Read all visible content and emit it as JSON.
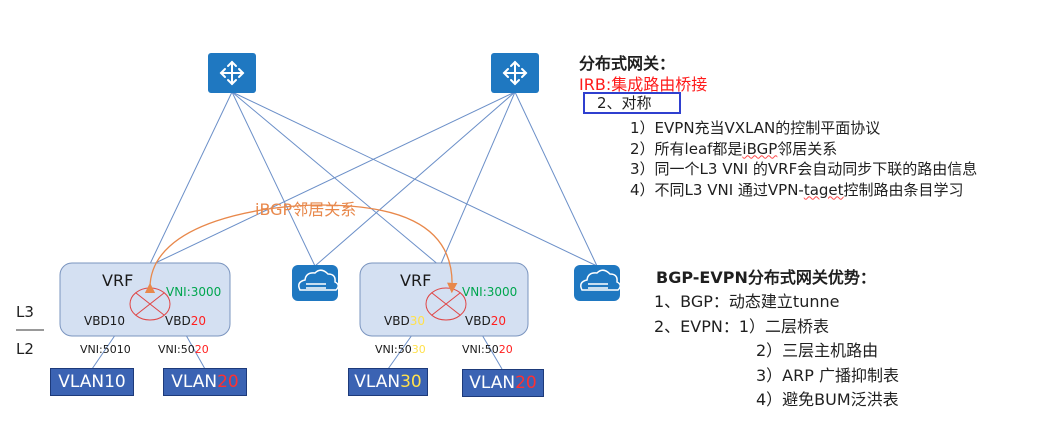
{
  "notes": {
    "title": "分布式网关：",
    "irb": "IRB:集成路由桥接",
    "symmetric": "2、对称",
    "points": [
      "1）EVPN充当VXLAN的控制平面协议",
      "2）所有leaf都是",
      "iBGP",
      "邻居关系",
      "3）同一个L3 VNI 的VRF会自动同步下联的路由信息",
      "4）不同L3 VNI 通过VPN-",
      "taget",
      "控制路由条目学习"
    ]
  },
  "advantages": {
    "title": "BGP-EVPN分布式网关优势：",
    "lines": [
      "1、BGP：动态建立tunne",
      "2、EVPN：1）二层桥表",
      "2）三层主机路由",
      "3）ARP 广播抑制表",
      "4）避免BUM泛洪表"
    ]
  },
  "layers": {
    "l3": "L3",
    "l2": "L2"
  },
  "ibgp_label": "iBGP邻居关系",
  "leaves": {
    "left": {
      "vrf": "VRF",
      "vni": "VNI:3000",
      "vbd_a": "VBD10",
      "vbd_b_prefix": "VBD",
      "vbd_b_suffix": "20",
      "vni_a": "VNI:5010",
      "vni_b_prefix": "VNI:50",
      "vni_b_suffix": "20",
      "vlan_a": "VLAN10",
      "vlan_b_prefix": "VLAN",
      "vlan_b_suffix": "20"
    },
    "right": {
      "vrf": "VRF",
      "vni": "VNI:3000",
      "vbd_a_prefix": "VBD",
      "vbd_a_suffix": "30",
      "vbd_b_prefix": "VBD",
      "vbd_b_suffix": "20",
      "vni_a_prefix": "VNI:50",
      "vni_a_suffix": "30",
      "vni_b_prefix": "VNI:50",
      "vni_b_suffix": "20",
      "vlan_a_prefix": "VLAN",
      "vlan_a_suffix": "30",
      "vlan_b_prefix": "VLAN",
      "vlan_b_suffix": "20"
    }
  },
  "colors": {
    "device_blue": "#1f78c1",
    "leaf_fill": "#d4e0f2",
    "leaf_border": "#7a94bf",
    "vlan_fill": "#3b63b3",
    "link_line": "#6b8fc8",
    "ibgp_orange": "#e8884b",
    "vni_green": "#00a64f",
    "highlight_red": "#ff2020",
    "highlight_yellow": "#ffe14d",
    "symmetric_box": "#2f3fcf"
  },
  "icons": {
    "spine": "router-icon",
    "border": "cloud-switch-icon",
    "leaf_core": "crossed-circle-icon"
  }
}
